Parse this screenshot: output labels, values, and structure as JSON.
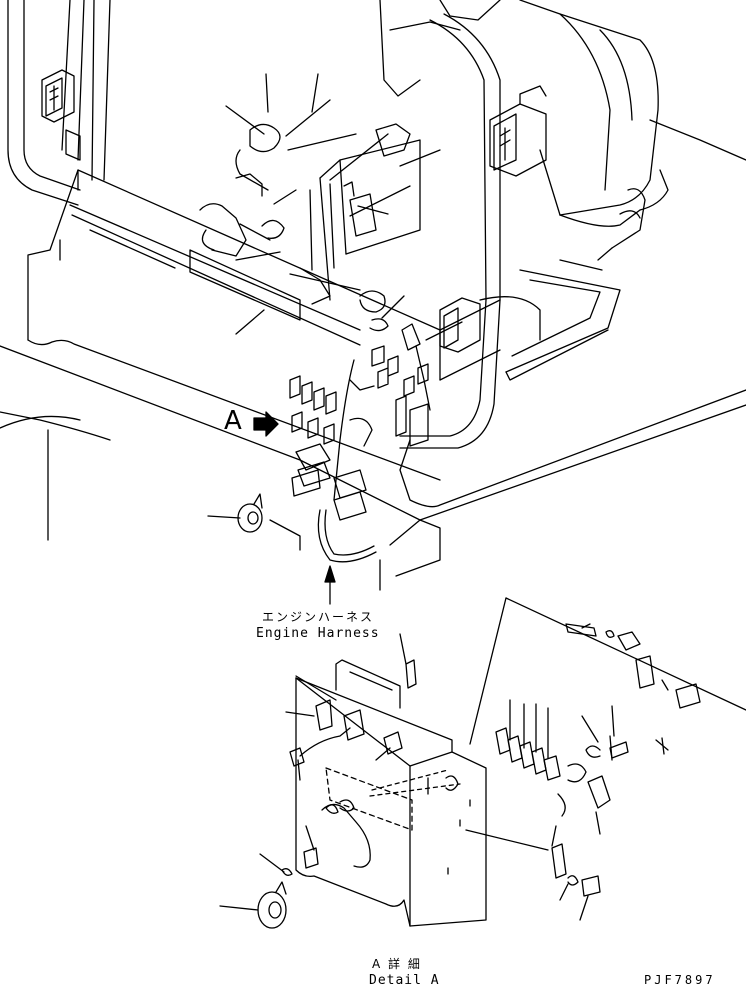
{
  "labels": {
    "view_a": "A",
    "engine_harness_jp": "エンジンハーネス",
    "engine_harness_en": "Engine Harness",
    "detail_a_jp": "A 詳 細",
    "detail_a_en": "Detail A",
    "drawing_code": "PJF7897"
  },
  "colors": {
    "line": "#000000",
    "background": "#ffffff"
  },
  "icons": {
    "view_arrow": "right-arrow-icon",
    "harness_pointer": "up-arrow-icon"
  }
}
